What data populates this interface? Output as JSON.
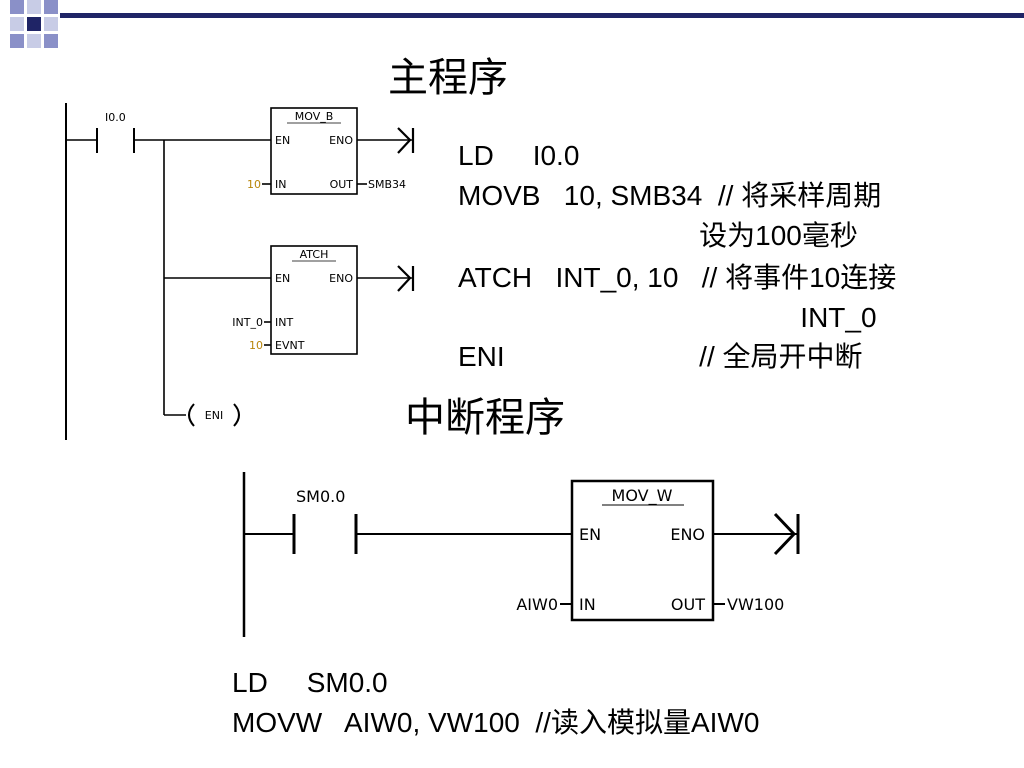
{
  "main_title": "主程序",
  "isr_title": "中断程序",
  "main_ladder": {
    "contact": "I0.0",
    "movb": {
      "name": "MOV_B",
      "en": "EN",
      "eno": "ENO",
      "in": "IN",
      "out": "OUT",
      "in_val": "10",
      "out_val": "SMB34"
    },
    "atch": {
      "name": "ATCH",
      "en": "EN",
      "eno": "ENO",
      "int": "INT",
      "evnt": "EVNT",
      "int_val": "INT_0",
      "evnt_val": "10"
    },
    "eni": "ENI"
  },
  "main_code": [
    "LD     I0.0",
    "MOVB   10, SMB34  // 将采样周期",
    "                               设为100毫秒",
    "ATCH   INT_0, 10   // 将事件10连接",
    "                                            INT_0",
    "ENI                         // 全局开中断"
  ],
  "isr_ladder": {
    "contact": "SM0.0",
    "movw": {
      "name": "MOV_W",
      "en": "EN",
      "eno": "ENO",
      "in": "IN",
      "out": "OUT",
      "in_val": "AIW0",
      "out_val": "VW100"
    }
  },
  "isr_code": [
    "LD     SM0.0",
    "MOVW   AIW0, VW100  //读入模拟量AIW0"
  ],
  "colors": {
    "accent": "#1f2466",
    "deco_light": "#c8cce6",
    "deco_mid": "#8a90c8",
    "value_highlight": "#b8860b"
  }
}
